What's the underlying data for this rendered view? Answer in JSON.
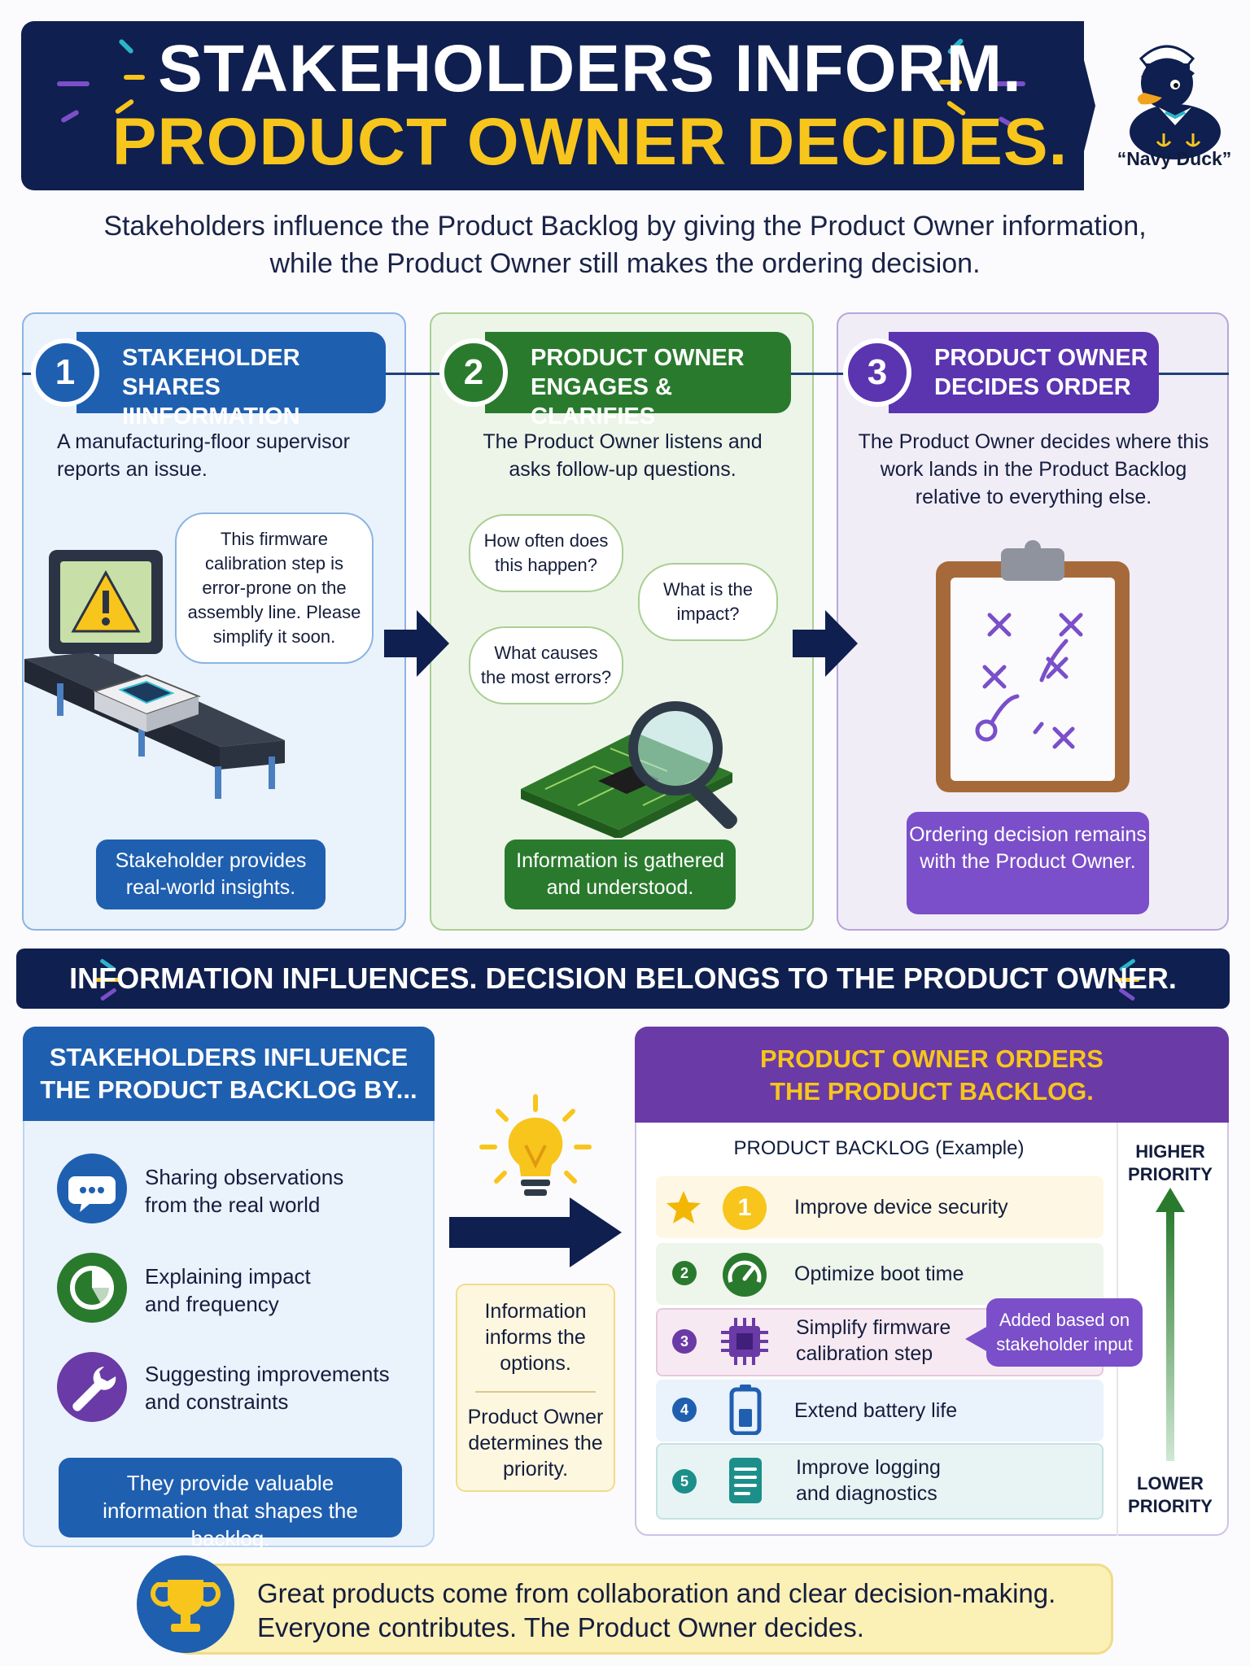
{
  "header": {
    "title_line1": "STAKEHOLDERS INFORM.",
    "title_line2": "PRODUCT OWNER DECIDES.",
    "mascot_caption": "“Navy Duck”"
  },
  "intro": "Stakeholders influence the Product Backlog by giving the Product Owner information, while the Product Owner still makes the ordering decision.",
  "steps": [
    {
      "number": "1",
      "title_line1": "STAKEHOLDER SHARES",
      "title_line2": "IIINFORMATION",
      "description": "A manufacturing-floor supervisor reports an issue.",
      "bubbles": [
        "This firmware calibration step is error-prone on the assembly line. Please simplify it soon."
      ],
      "caption": "Stakeholder provides real-world insights.",
      "color": "#1f5fb0"
    },
    {
      "number": "2",
      "title_line1": "PRODUCT OWNER",
      "title_line2": "ENGAGES & CLARIFIES",
      "description": "The Product Owner listens and asks follow-up questions.",
      "bubbles": [
        "How often does this happen?",
        "What is the impact?",
        "What causes the most errors?"
      ],
      "caption": "Information is gathered and understood.",
      "color": "#2a7a2e"
    },
    {
      "number": "3",
      "title_line1": "PRODUCT OWNER",
      "title_line2": "DECIDES ORDER",
      "description": "The Product Owner decides where this work lands in the Product Backlog relative to everything else.",
      "caption": "Ordering decision remains with the Product Owner.",
      "color": "#5b34b0"
    }
  ],
  "divider_banner": "INFORMATION INFLUENCES. DECISION BELONGS TO THE PRODUCT OWNER.",
  "stakeholders": {
    "title_line1": "STAKEHOLDERS INFLUENCE",
    "title_line2": "THE PRODUCT BACKLOG BY...",
    "items": [
      {
        "line1": "Sharing observations",
        "line2": "from the real world",
        "icon": "chat-icon",
        "color": "#1f5fb0"
      },
      {
        "line1": "Explaining impact",
        "line2": "and frequency",
        "icon": "pie-chart-icon",
        "color": "#2a7a2e"
      },
      {
        "line1": "Suggesting improvements",
        "line2": "and constraints",
        "icon": "wrench-icon",
        "color": "#6a3aa6"
      }
    ],
    "summary": "They provide valuable information that shapes the backlog."
  },
  "middle_note": {
    "top": "Information informs the options.",
    "bottom": "Product Owner determines the priority."
  },
  "backlog": {
    "title_line1": "PRODUCT OWNER ORDERS",
    "title_line2": "THE PRODUCT BACKLOG.",
    "subtitle": "PRODUCT BACKLOG (Example)",
    "higher": "HIGHER PRIORITY",
    "lower": "LOWER PRIORITY",
    "added_note": "Added based on stakeholder input",
    "items": [
      {
        "rank": "1",
        "line1": "Improve device security",
        "line2": "",
        "icon": "star-icon",
        "color": "#f2b705",
        "bg": "#fdf7e3"
      },
      {
        "rank": "2",
        "line1": "Optimize boot time",
        "line2": "",
        "icon": "gauge-icon",
        "color": "#2a7a2e",
        "bg": "#eef5ea"
      },
      {
        "rank": "3",
        "line1": "Simplify firmware",
        "line2": "calibration step",
        "icon": "chip-icon",
        "color": "#6a3aa6",
        "bg": "#f7e9f1"
      },
      {
        "rank": "4",
        "line1": "Extend battery life",
        "line2": "",
        "icon": "battery-icon",
        "color": "#1f5fb0",
        "bg": "#eaf2fb"
      },
      {
        "rank": "5",
        "line1": "Improve logging",
        "line2": "and diagnostics",
        "icon": "log-icon",
        "color": "#1c8f8a",
        "bg": "#e8f4f4"
      }
    ]
  },
  "footer": {
    "line1": "Great products come from collaboration and clear decision-making.",
    "line2": "Everyone contributes. The Product Owner decides."
  }
}
